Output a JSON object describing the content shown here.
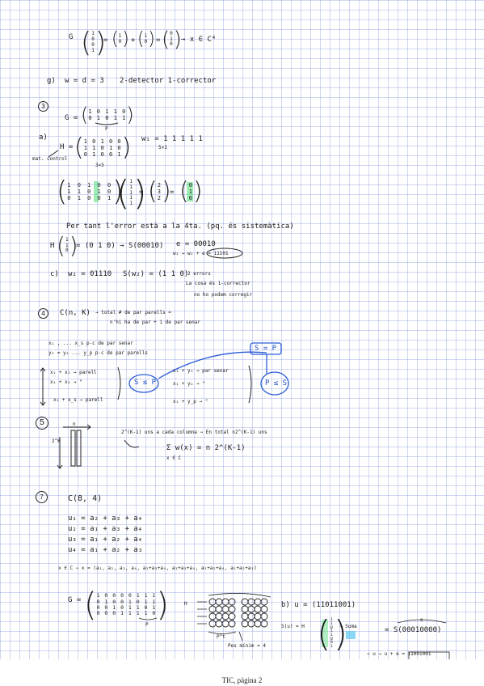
{
  "top": {
    "G_label": "G",
    "m1": [
      "1",
      "0",
      "0",
      "1"
    ],
    "m2": [
      "1",
      "0"
    ],
    "m3": [
      "1",
      "0"
    ],
    "m4": [
      "0",
      "1",
      "0"
    ],
    "eq1": "=",
    "plus": "+",
    "eq2": "=",
    "tail": "→ x ∈ C⁴"
  },
  "g": {
    "label": "g)",
    "text": "w = d = 3",
    "note": "2-detector 1-corrector"
  },
  "s3": {
    "num": "3",
    "G_label": "G =",
    "G_rows": [
      "1 0 1 1 0",
      "0 1 0 1 1"
    ],
    "P_label": "P",
    "a_label": "a)",
    "H_label": "H =",
    "H_rows": [
      "1 0 1 0 0",
      "1 1 0 1 0",
      "0 1 0 0 1"
    ],
    "mat_control": "mat. control",
    "dims": "3×5",
    "w1": "w₁ = 1 1 1 1 1",
    "w1_dims": "5×1",
    "big_rows": [
      "1 0 1 0 0",
      "1 1 0 1 0",
      "0 1 0 0 1"
    ],
    "vec1": [
      "1",
      "1",
      "1",
      "1",
      "1"
    ],
    "eq": "=",
    "vec2": [
      "2",
      "3",
      "2"
    ],
    "vec3": [
      "0",
      "1",
      "0"
    ],
    "error_text": "Per tant l'error està a la 4ta. (pq. és sistemàtica)",
    "H2_label": "H",
    "H2_vec": [
      "1",
      "1",
      "0"
    ],
    "H2_eq": "= (0 1 0) → S(00010)",
    "e_text": "e = 00010",
    "w1e_text": "w₁ → w₁ + e = 11101",
    "c_label": "c)",
    "w2": "w₂ = 01110",
    "sw2": "S(w₂) = (1 1 0)",
    "two_err": "2 errors",
    "corr1": "La cosa és 1-corrector",
    "corr2": "no ho podem corregir"
  },
  "s4": {
    "num": "4",
    "cnk": "C(n, K)",
    "line1": "→ total # de par parells =",
    "line2": "n'hi ha de par + i de par senar",
    "x_row": "x₁ , ... x_s      p-c de par senar",
    "y_row": "y₁ = y₂ ... y_p    p-c de par parells",
    "left1": "x₁ + x₂ → parell",
    "left2": "x₁ + x₂ →  \"",
    "left3": "x₁ + x_s → parell",
    "sp": "S ≤ P",
    "right1": "x₁ + y₁ → par senar",
    "right2": "x₁ + y₂ → \"",
    "right3": "x₁ + y_p → \"",
    "seqp": "S = P",
    "psl": "P ≤ S"
  },
  "s5": {
    "num": "5",
    "n_label": "n",
    "k_label": "2^K",
    "text": "2^(K-1) uns a cada columna ⇒ En total n2^(K-1) uns",
    "sum": "Σ w(x) = n 2^(K-1)",
    "sum_sub": "x ∈ C"
  },
  "s7": {
    "num": "7",
    "c84": "C(8, 4)",
    "u1": "u₁ = a₂ + a₃ + a₄",
    "u2": "u₂ = a₁ + a₃ + a₄",
    "u3": "u₃ = a₁ + a₂ + a₄",
    "u4": "u₄ = a₁ + a₂ + a₃",
    "xc": "x ∈ C ⇒ x = (a₁, a₂, a₃, a₄, a₂+a₃+a₄, a₁+a₃+a₄, a₁+a₂+a₄, a₁+a₂+a₃)",
    "G_label": "G =",
    "G_rows": [
      "1 0 0 0 0 1 1 1",
      "0 1 0 0 1 0 1 1",
      "0 0 1 0 1 1 0 1",
      "0 0 0 1 1 1 1 0"
    ],
    "P_label": "P",
    "H_label": "H",
    "pt": "P^t",
    "minw": "Pes mínim = 4",
    "b": "b) u = (11011001)",
    "su": "S(u) = H",
    "su_vec": [
      "1",
      "1",
      "0",
      "1",
      "1",
      "0",
      "0",
      "1"
    ],
    "suma": "⇒ Suma",
    "e_mark": "e",
    "result": "= S(00010000)",
    "bottom": "⇒ u → u + e = 11001001"
  },
  "footer": "TIC, pàgina 2"
}
